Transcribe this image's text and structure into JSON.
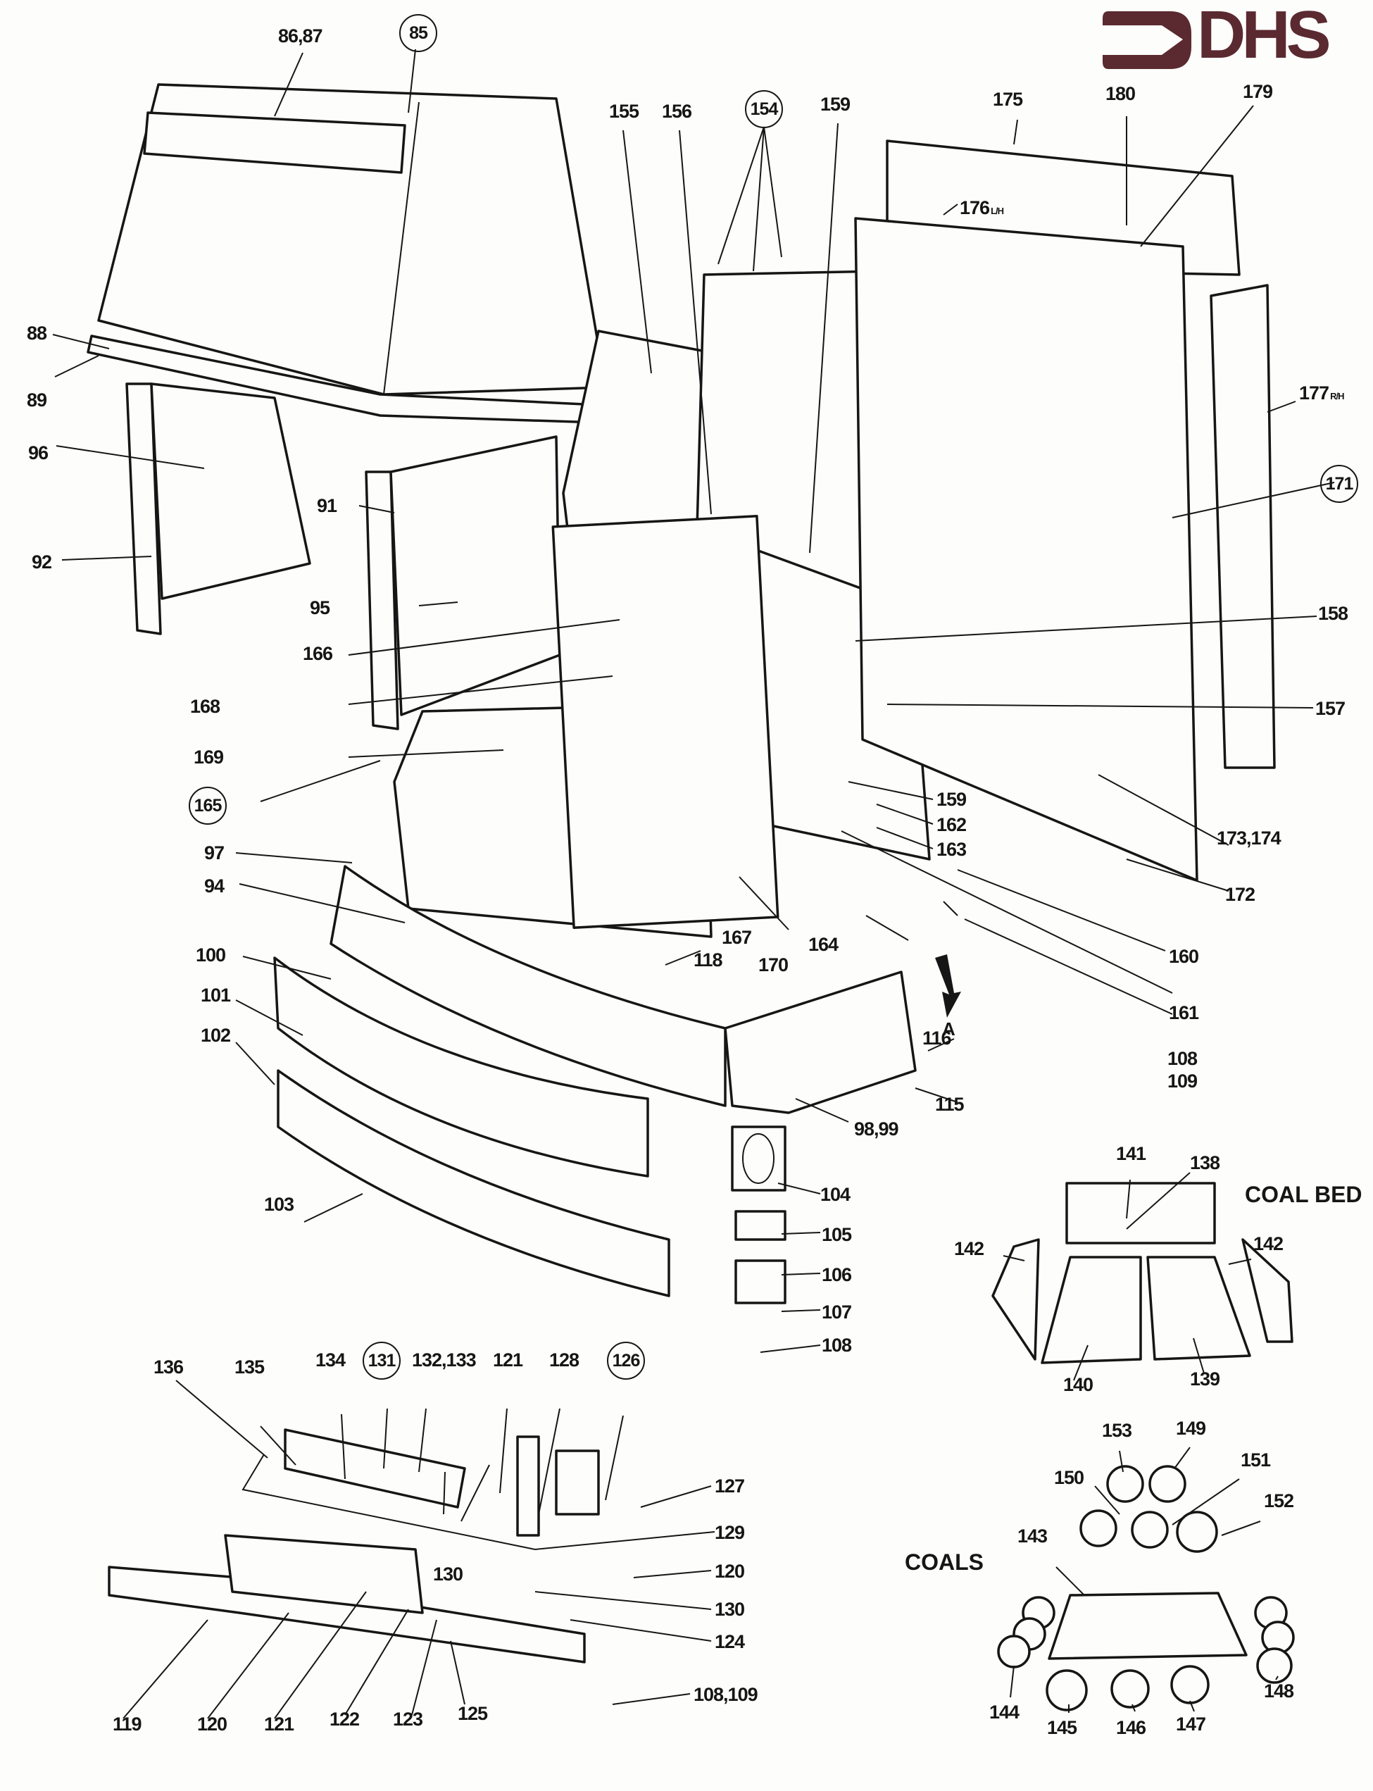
{
  "logo": {
    "text": "DHS",
    "color": "#5a2a30",
    "icon": "arrow-bracket-icon"
  },
  "sections": {
    "coal_bed": "COAL BED",
    "coals": "COALS"
  },
  "arrow_label": "A",
  "labels": {
    "l85": "85",
    "l86_87": "86,87",
    "l88": "88",
    "l89": "89",
    "l96": "96",
    "l92": "92",
    "l91": "91",
    "l95": "95",
    "l166": "166",
    "l168": "168",
    "l169": "169",
    "l165": "165",
    "l97": "97",
    "l94": "94",
    "l100": "100",
    "l101": "101",
    "l102": "102",
    "l103": "103",
    "l155": "155",
    "l156": "156",
    "l154": "154",
    "l159a": "159",
    "l175": "175",
    "l180": "180",
    "l179": "179",
    "l176": "176",
    "l176_suffix": "L/H",
    "l177": "177",
    "l177_suffix": "R/H",
    "l171": "171",
    "l158": "158",
    "l157": "157",
    "l159b": "159",
    "l162": "162",
    "l163": "163",
    "l173_174": "173,174",
    "l172": "172",
    "l160": "160",
    "l161": "161",
    "l167": "167",
    "l170": "170",
    "l164": "164",
    "l118": "118",
    "l108a": "108",
    "l109a": "109",
    "l116": "116",
    "l115": "115",
    "l98_99": "98,99",
    "l104": "104",
    "l105": "105",
    "l106": "106",
    "l107": "107",
    "l108b": "108",
    "l141": "141",
    "l138": "138",
    "l142a": "142",
    "l142b": "142",
    "l140": "140",
    "l139": "139",
    "l136": "136",
    "l135": "135",
    "l134": "134",
    "l131": "131",
    "l132_133": "132,133",
    "l121a": "121",
    "l128": "128",
    "l126": "126",
    "l127": "127",
    "l129": "129",
    "l120a": "120",
    "l130a": "130",
    "l130b": "130",
    "l124": "124",
    "l108_109": "108,109",
    "l119": "119",
    "l120b": "120",
    "l121b": "121",
    "l122": "122",
    "l123": "123",
    "l125": "125",
    "l153": "153",
    "l149": "149",
    "l150": "150",
    "l151": "151",
    "l152": "152",
    "l143": "143",
    "l144": "144",
    "l145": "145",
    "l146": "146",
    "l147": "147",
    "l148": "148"
  }
}
